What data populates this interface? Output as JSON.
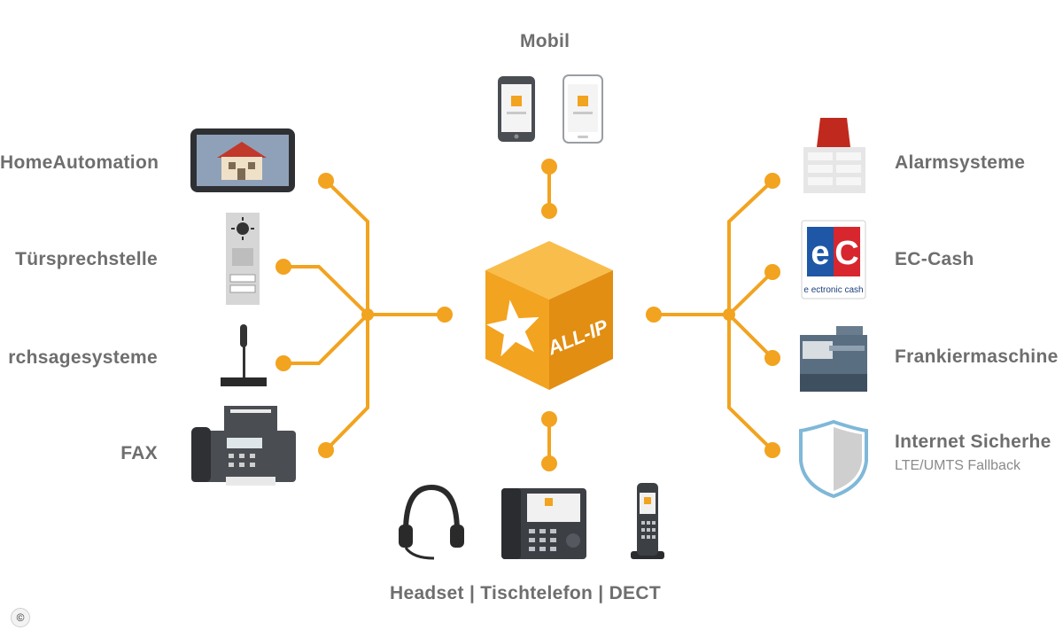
{
  "colors": {
    "connector": "#f2a31f",
    "cube_top": "#f9bd4c",
    "cube_left": "#f2a31f",
    "cube_right": "#e28e12",
    "label": "#6e6e6e"
  },
  "hub": {
    "label": "ALL-IP",
    "icon": "star-cube-icon"
  },
  "top": {
    "label": "Mobil",
    "icons": [
      "smartphone-icon",
      "smartphone-white-icon"
    ]
  },
  "bottom": {
    "label": "Headset | Tischtelefon | DECT",
    "icons": [
      "headset-icon",
      "desk-phone-icon",
      "dect-phone-icon"
    ]
  },
  "left": [
    {
      "label": "HomeAutomation",
      "icon": "home-tablet-icon"
    },
    {
      "label": "Türsprechstelle",
      "icon": "door-intercom-icon"
    },
    {
      "label": "rchsagesysteme",
      "icon": "microphone-icon"
    },
    {
      "label": "FAX",
      "icon": "fax-machine-icon"
    }
  ],
  "right": [
    {
      "label": "Alarmsysteme",
      "icon": "alarm-siren-icon"
    },
    {
      "label": "EC-Cash",
      "icon": "ec-cash-icon",
      "logo_text": "e ectronic cash"
    },
    {
      "label": "Frankiermaschine",
      "icon": "franking-machine-icon"
    },
    {
      "label": "Internet Sicherhe",
      "sublabel": "LTE/UMTS Fallback",
      "icon": "shield-icon"
    }
  ],
  "copyright": "©"
}
